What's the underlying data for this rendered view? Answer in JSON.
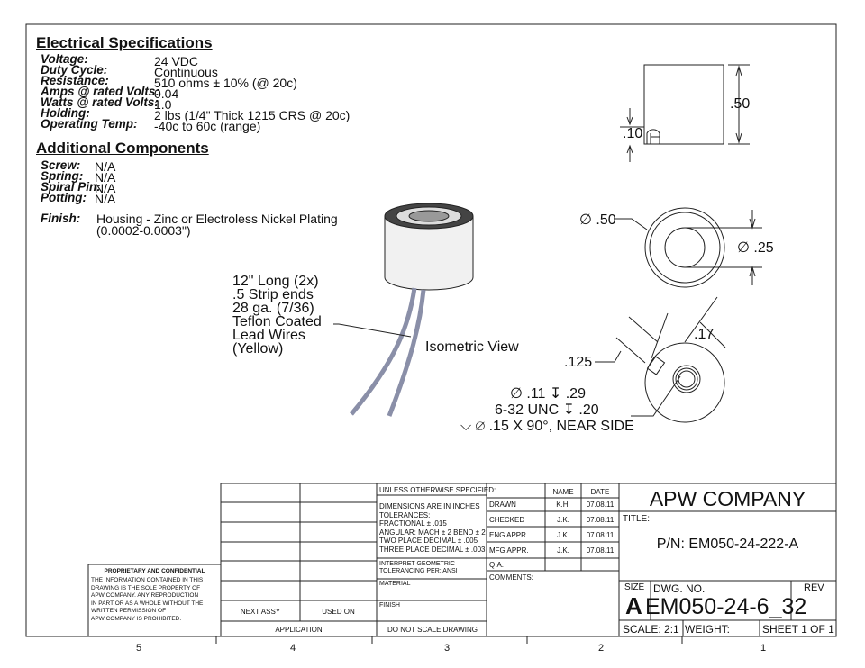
{
  "electrical": {
    "heading": "Electrical Specifications",
    "rows": [
      {
        "label": "Voltage:",
        "value": "24 VDC"
      },
      {
        "label": "Duty Cycle:",
        "value": "Continuous"
      },
      {
        "label": "Resistance:",
        "value": "510 ohms ± 10% (@ 20c)"
      },
      {
        "label": "Amps @ rated Volts:",
        "value": "0.04"
      },
      {
        "label": "Watts @ rated Volts:",
        "value": "1.0"
      },
      {
        "label": "Holding:",
        "value": "2 lbs (1/4\" Thick 1215 CRS @ 20c)"
      },
      {
        "label": "Operating Temp:",
        "value": "-40c to 60c (range)"
      }
    ]
  },
  "additional": {
    "heading": "Additional Components",
    "rows": [
      {
        "label": "Screw:",
        "value": "N/A"
      },
      {
        "label": "Spring:",
        "value": "N/A"
      },
      {
        "label": "Spiral Pin:",
        "value": "N/A"
      },
      {
        "label": "Potting:",
        "value": "N/A"
      }
    ]
  },
  "finish": {
    "label": "Finish:",
    "line1": "Housing - Zinc or Electroless Nickel Plating",
    "line2": "(0.0002-0.0003\")"
  },
  "wire_note": [
    "12\" Long (2x)",
    ".5 Strip ends",
    "28 ga. (7/36)",
    "Teflon Coated",
    "Lead Wires",
    "(Yellow)"
  ],
  "iso_label": "Isometric View",
  "dims": {
    "height": ".50",
    "offset": ".10",
    "outer_dia": "∅ .50",
    "inner_dia": "∅ .25",
    "d125": ".125",
    "d17": ".17",
    "callout": [
      "∅ .11 ↧ .29",
      "6-32 UNC ↧ .20",
      "⌵ ∅ .15 X 90°, NEAR SIDE"
    ]
  },
  "title_block": {
    "unless": "UNLESS OTHERWISE SPECIFIED:",
    "tolerances": [
      "DIMENSIONS ARE IN INCHES",
      "TOLERANCES:",
      "FRACTIONAL ± .015",
      "ANGULAR: MACH ± 2   BEND ± 2",
      "TWO PLACE DECIMAL    ± .005",
      "THREE PLACE DECIMAL  ± .003"
    ],
    "interpret": [
      "INTERPRET GEOMETRIC",
      "TOLERANCING PER: ANSI"
    ],
    "material": "MATERIAL",
    "finish": "FINISH",
    "do_not_scale": "DO NOT SCALE DRAWING",
    "next_assy": "NEXT ASSY",
    "used_on": "USED ON",
    "application": "APPLICATION",
    "name_hdr": "NAME",
    "date_hdr": "DATE",
    "approvals": [
      {
        "role": "DRAWN",
        "name": "K.H.",
        "date": "07.08.11"
      },
      {
        "role": "CHECKED",
        "name": "J.K.",
        "date": "07.08.11"
      },
      {
        "role": "ENG APPR.",
        "name": "J.K.",
        "date": "07.08.11"
      },
      {
        "role": "MFG APPR.",
        "name": "J.K.",
        "date": "07.08.11"
      },
      {
        "role": "Q.A.",
        "name": "",
        "date": ""
      }
    ],
    "comments": "COMMENTS:",
    "company": "APW COMPANY",
    "title_label": "TITLE:",
    "part_number": "P/N: EM050-24-222-A",
    "size_label": "SIZE",
    "size": "A",
    "dwg_no_label": "DWG.  NO.",
    "dwg_no": "EM050-24-6_32",
    "rev_label": "REV",
    "scale": "SCALE: 2:1",
    "weight": "WEIGHT:",
    "sheet": "SHEET 1 OF 1",
    "proprietary_title": "PROPRIETARY AND CONFIDENTIAL",
    "proprietary_text": [
      "THE INFORMATION CONTAINED IN THIS",
      "DRAWING IS THE SOLE PROPERTY OF",
      "APW COMPANY.  ANY  REPRODUCTION",
      "IN PART OR AS A WHOLE WITHOUT THE",
      "WRITTEN PERMISSION OF",
      "APW COMPANY IS PROHIBITED."
    ]
  },
  "zones": [
    "5",
    "4",
    "3",
    "2",
    "1"
  ]
}
